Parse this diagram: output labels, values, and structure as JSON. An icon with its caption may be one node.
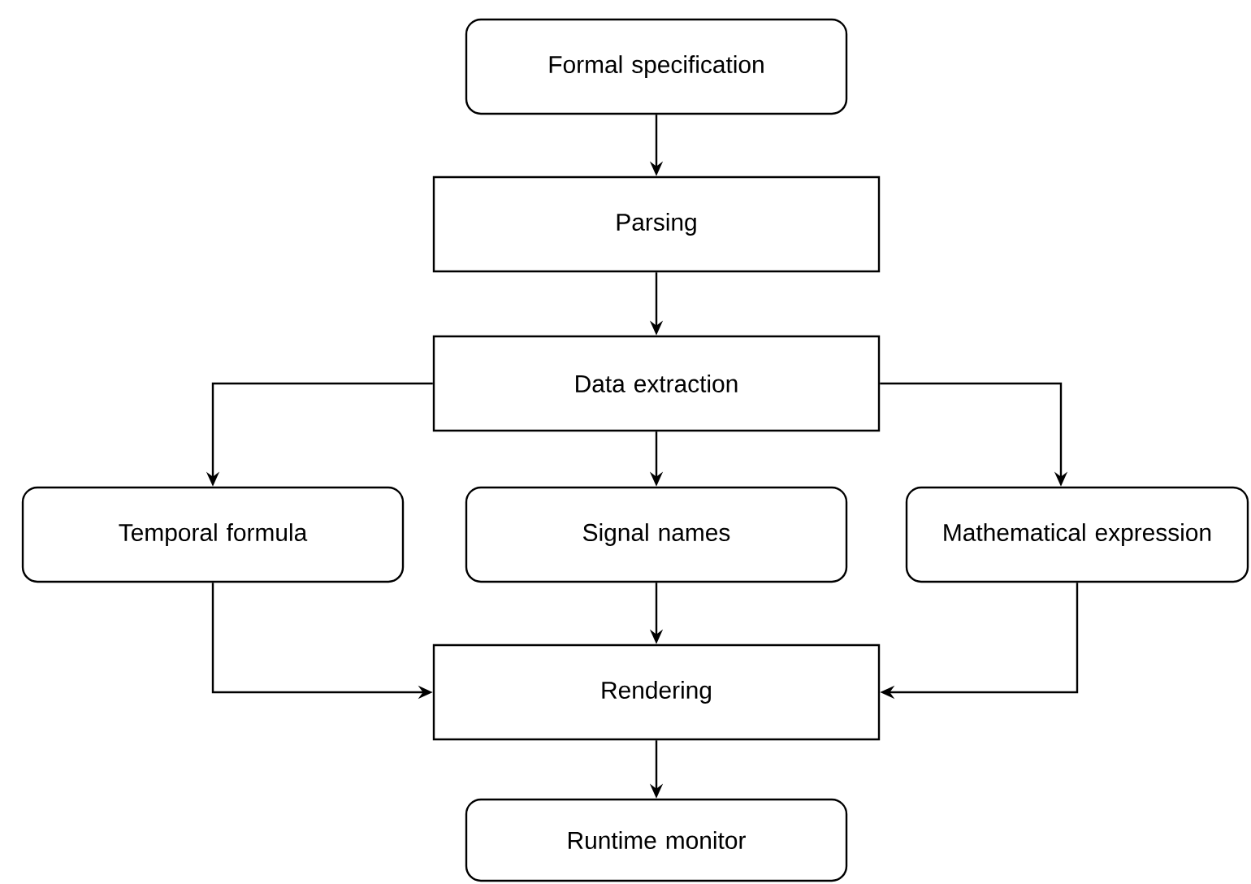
{
  "diagram": {
    "nodes": [
      {
        "text": [
          "Formal specification"
        ]
      },
      {
        "text": [
          "Parsing"
        ]
      },
      {
        "text": [
          "Data extraction"
        ]
      },
      {
        "text": [
          "Temporal formula"
        ]
      },
      {
        "text": [
          "Signal names"
        ]
      },
      {
        "text": [
          "Mathematical expression"
        ]
      },
      {
        "text": [
          "Rendering"
        ]
      },
      {
        "text": [
          "Runtime monitor"
        ]
      }
    ],
    "edges": [
      {
        "from": 0,
        "to": 1,
        "arrow": "to"
      },
      {
        "from": 1,
        "to": 2,
        "arrow": "to"
      },
      {
        "from": 2,
        "to": 3,
        "arrow": "to"
      },
      {
        "from": 2,
        "to": 4,
        "arrow": "to"
      },
      {
        "from": 2,
        "to": 5,
        "arrow": "to"
      },
      {
        "from": 3,
        "to": 6,
        "arrow": "to"
      },
      {
        "from": 4,
        "to": 6,
        "arrow": "to"
      },
      {
        "from": 5,
        "to": 6,
        "arrow": "to"
      },
      {
        "from": 6,
        "to": 7,
        "arrow": "to"
      }
    ]
  }
}
